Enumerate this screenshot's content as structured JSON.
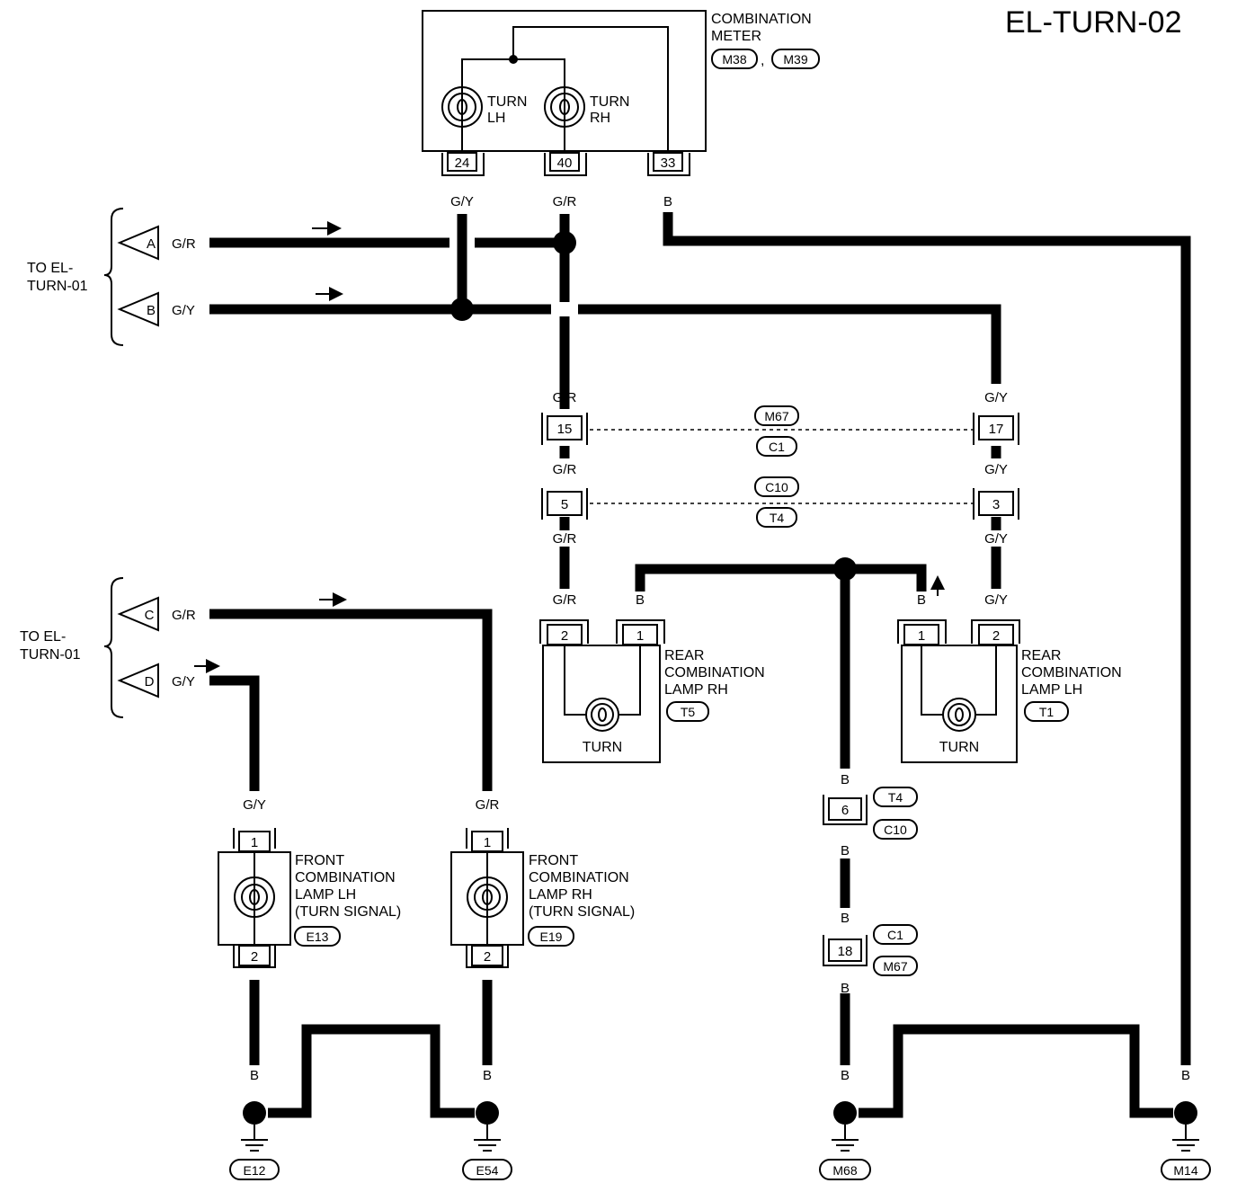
{
  "title": "EL-TURN-02",
  "combination_meter": {
    "label_line1": "COMBINATION",
    "label_line2": "METER",
    "connectors": [
      "M38",
      "M39"
    ],
    "separator": ",",
    "lamp_lh_line1": "TURN",
    "lamp_lh_line2": "LH",
    "lamp_rh_line1": "TURN",
    "lamp_rh_line2": "RH",
    "pins": [
      "24",
      "40",
      "33"
    ]
  },
  "to_el_turn_01": {
    "line1": "TO EL-",
    "line2": "TURN-01"
  },
  "terminals": [
    {
      "id": "A",
      "wire": "G/R"
    },
    {
      "id": "B",
      "wire": "G/Y"
    },
    {
      "id": "C",
      "wire": "G/R"
    },
    {
      "id": "D",
      "wire": "G/Y"
    }
  ],
  "wire_colors": {
    "gy": "G/Y",
    "gr": "G/R",
    "b": "B"
  },
  "harness_connectors": [
    {
      "pin_rh": "15",
      "pin_lh": "17",
      "top": "M67",
      "bottom": "C1"
    },
    {
      "pin_rh": "5",
      "pin_lh": "3",
      "top": "C10",
      "bottom": "T4"
    }
  ],
  "rear_lamp_rh": {
    "line1": "REAR",
    "line2": "COMBINATION",
    "line3": "LAMP RH",
    "connector": "T5",
    "bulb": "TURN",
    "pins": [
      "2",
      "1"
    ]
  },
  "rear_lamp_lh": {
    "line1": "REAR",
    "line2": "COMBINATION",
    "line3": "LAMP LH",
    "connector": "T1",
    "bulb": "TURN",
    "pins": [
      "1",
      "2"
    ]
  },
  "front_lamp_lh": {
    "line1": "FRONT",
    "line2": "COMBINATION",
    "line3": "LAMP LH",
    "line4": "(TURN SIGNAL)",
    "connector": "E13",
    "pins": [
      "1",
      "2"
    ]
  },
  "front_lamp_rh": {
    "line1": "FRONT",
    "line2": "COMBINATION",
    "line3": "LAMP RH",
    "line4": "(TURN SIGNAL)",
    "connector": "E19",
    "pins": [
      "1",
      "2"
    ]
  },
  "ground_connectors": [
    {
      "pin": "6",
      "top": "T4",
      "bottom": "C10"
    },
    {
      "pin": "18",
      "top": "C1",
      "bottom": "M67"
    }
  ],
  "grounds": [
    "E12",
    "E54",
    "M68",
    "M14"
  ],
  "colors": {
    "line": "#000000",
    "background": "#ffffff"
  },
  "icons": {
    "bulb": "lamp-filament-icon",
    "ground": "ground-symbol-icon",
    "arrow": "signal-arrow-icon"
  }
}
